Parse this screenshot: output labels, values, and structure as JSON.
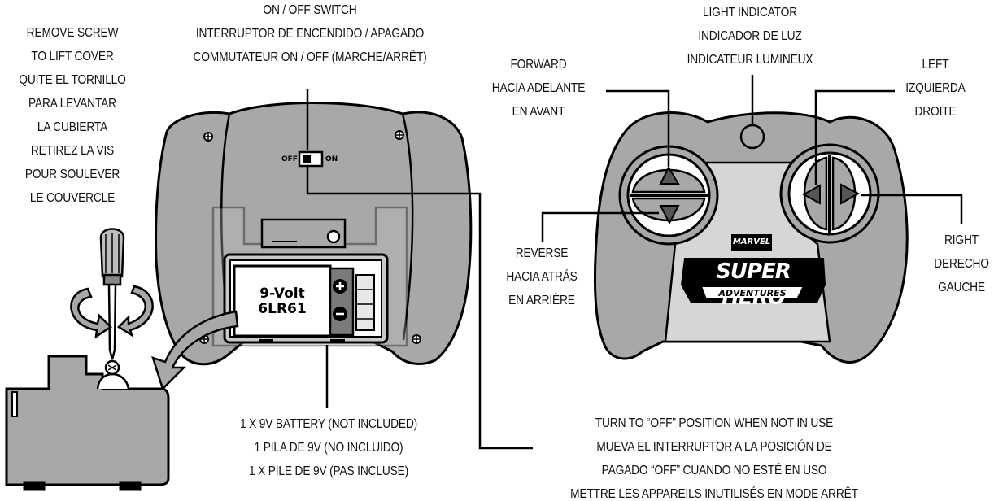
{
  "labels": {
    "remove_screw": [
      "REMOVE SCREW",
      "TO LIFT COVER",
      "QUITE EL TORNILLO",
      "PARA LEVANTAR",
      "LA CUBIERTA",
      "RETIREZ LA VIS",
      "POUR SOULEVER",
      "LE COUVERCLE"
    ],
    "on_off_switch": [
      "ON / OFF SWITCH",
      "INTERRUPTOR DE ENCENDIDO / APAGADO",
      "COMMUTATEUR ON / OFF (MARCHE/ARRÊT)"
    ],
    "light_indicator": [
      "LIGHT INDICATOR",
      "INDICADOR DE LUZ",
      "INDICATEUR LUMINEUX"
    ],
    "forward": [
      "FORWARD",
      "HACIA ADELANTE",
      "EN AVANT"
    ],
    "left": [
      "LEFT",
      "IZQUIERDA",
      "DROITE"
    ],
    "reverse": [
      "REVERSE",
      "HACIA ATRÁS",
      "EN ARRIÈRE"
    ],
    "right": [
      "RIGHT",
      "DERECHO",
      "GAUCHE"
    ],
    "battery": [
      "1 X 9V BATTERY (NOT INCLUDED)",
      "1 PILA DE 9V (NO INCLUIDO)",
      "1 X PILE DE 9V (PAS INCLUSE)"
    ],
    "turn_off": [
      "TURN TO “OFF” POSITION WHEN NOT IN USE",
      "MUEVA EL INTERRUPTOR A LA POSICIÓN DE",
      "PAGADO “OFF” CUANDO NO ESTÉ EN USO",
      "METTRE LES APPAREILS INUTILISÉS EN MODE ARRÊT"
    ]
  },
  "battery_print": {
    "line1": "9-Volt",
    "line2": "6LR61"
  },
  "switch_print": {
    "off": "OFF",
    "on": "ON"
  },
  "logo": {
    "brand": "MARVEL",
    "title": "SUPER HERO",
    "subtitle": "ADVENTURES"
  },
  "colors": {
    "body_gray": "#a8a8a8",
    "light_gray": "#d6d6d6",
    "line": "#000000"
  }
}
